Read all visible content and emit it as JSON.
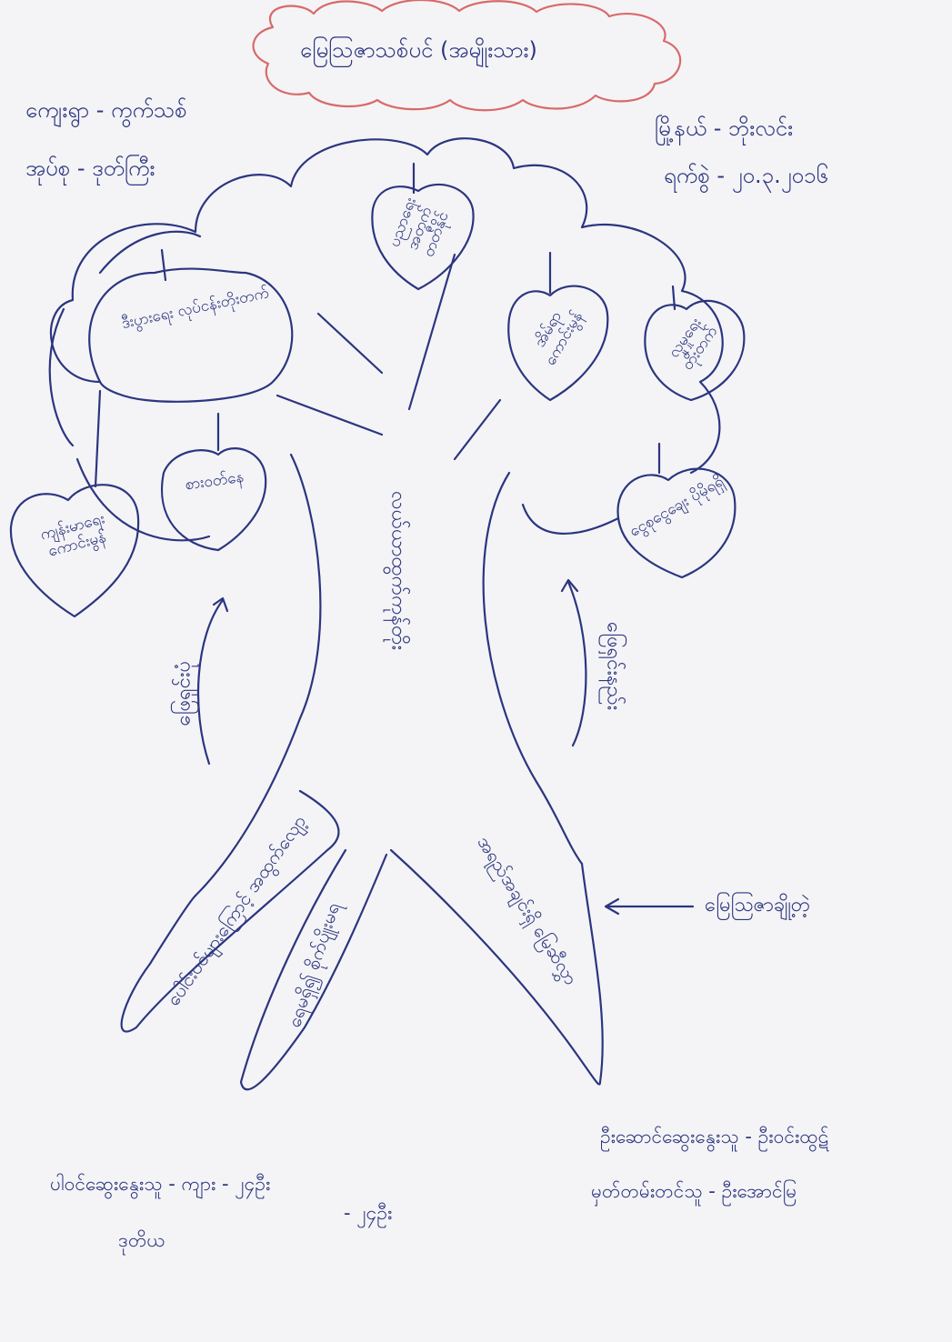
{
  "title": "မြေသြဇာသစ်ပင် (အမျိုးသား)",
  "header_left": [
    {
      "label": "ကျေးရွာ",
      "value": "ကွက်သစ်"
    },
    {
      "label": "အုပ်စု",
      "value": "ဒုတ်ကြီး"
    }
  ],
  "header_right": [
    {
      "label": "မြို့နယ်",
      "value": "ဘိုးလင်း"
    },
    {
      "label": "ရက်စွဲ",
      "value": "၂၀.၃.၂၀၁၆"
    }
  ],
  "leaves": [
    "ဒီးပွားရေး လုပ်ငန်းတိုးတက်",
    "စားဝတ်နေ",
    "ပညာရေး အတွက် တတ်နိုင်",
    "အိမ်ရာ ကောင်းမွန်",
    "လူမှုရေး တိုးတက်",
    "ကျန်းမာရေး ကောင်းမွန်",
    "ငွေစုငွေချေး ပိုမိုရရှိ"
  ],
  "trunk": "လယ်ယာထွက်ကုန်တိုး",
  "branch_left": "ဖြေရှင်းပုံ",
  "branch_right": "ဖြေရှင်းနည်း",
  "roots": [
    "ပေါင်းပင်များကြောင့် အထွက်လျော့",
    "ရေမရှိ၍ စိုက်ပျိုးမရ",
    "အရည်အချင်းရှိ မြေဆီလွှာ"
  ],
  "root_label": "မြေသြဇာချို့တဲ့",
  "footer_left": {
    "line1_label": "ပါဝင်ဆွေးနွေးသူ - ကျား",
    "line1_value": "၂၄ဦး",
    "line2_value": "၂၄ဦး",
    "line3": "ဒုတိယ"
  },
  "footer_right": {
    "line1": "ဦးဆောင်ဆွေးနွေးသူ - ဦးဝင်းထွဋ်",
    "line2_label": "မှတ်တမ်းတင်သူ",
    "line2_value": "ဦးအောင်မြ"
  },
  "colors": {
    "ink": "#2c3580",
    "cloud": "#d86a6a",
    "paper": "#f4f4f6"
  }
}
